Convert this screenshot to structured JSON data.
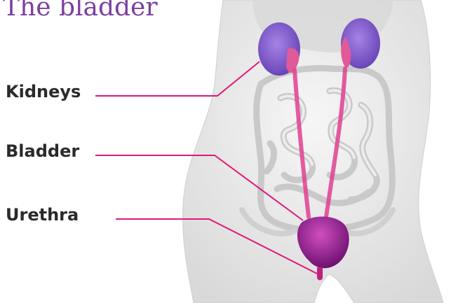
{
  "title": "The bladder",
  "labels": {
    "kidneys": "Kidneys",
    "bladder": "Bladder",
    "urethra": "Urethra"
  },
  "colors": {
    "title": "#7b3fa0",
    "leader_line": "#e0187a",
    "kidney": "#7b4fd0",
    "bladder": "#a4208f",
    "ureter": "#e0408f",
    "body": "#eaeaea",
    "intestine": "#dcdcdc"
  }
}
